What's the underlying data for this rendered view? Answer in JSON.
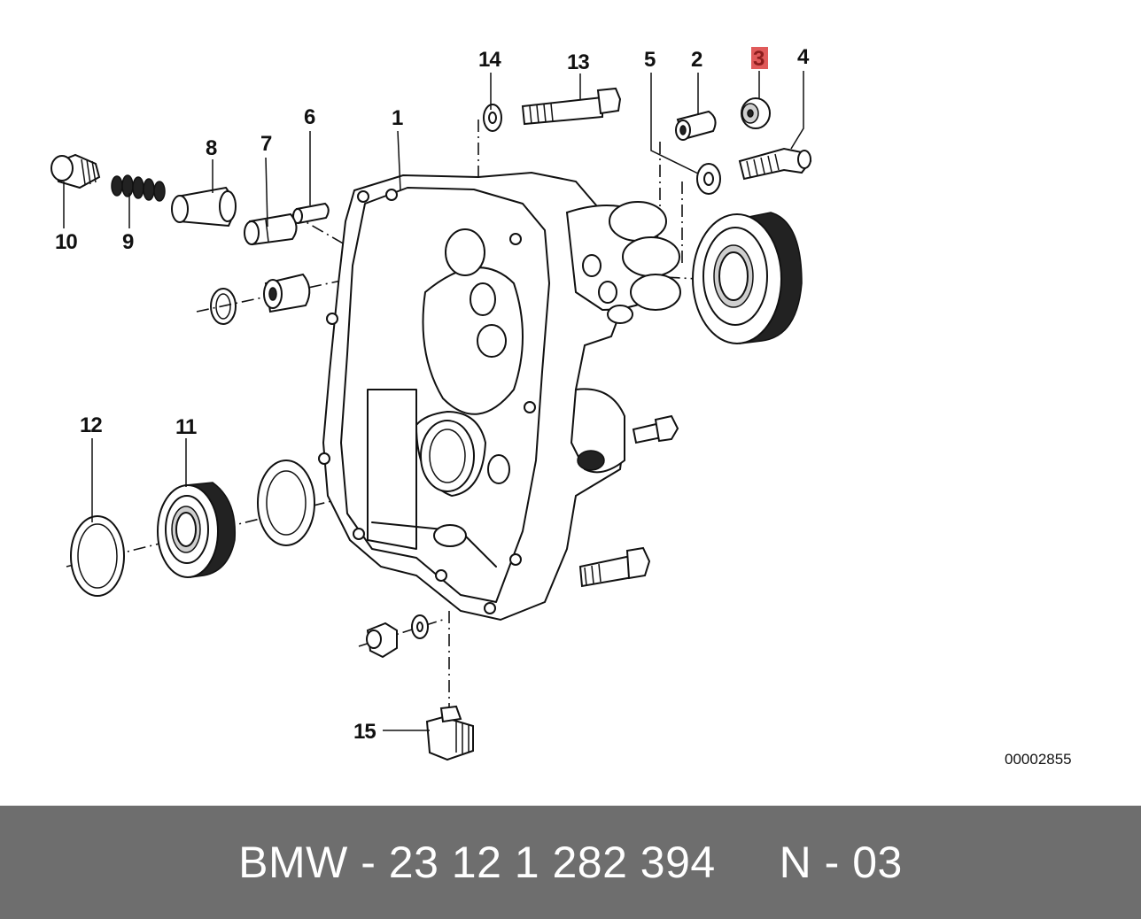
{
  "callouts": [
    {
      "id": "1",
      "label": "1",
      "highlighted": false
    },
    {
      "id": "2",
      "label": "2",
      "highlighted": false
    },
    {
      "id": "3",
      "label": "3",
      "highlighted": true
    },
    {
      "id": "4",
      "label": "4",
      "highlighted": false
    },
    {
      "id": "5",
      "label": "5",
      "highlighted": false
    },
    {
      "id": "6",
      "label": "6",
      "highlighted": false
    },
    {
      "id": "7",
      "label": "7",
      "highlighted": false
    },
    {
      "id": "8",
      "label": "8",
      "highlighted": false
    },
    {
      "id": "9",
      "label": "9",
      "highlighted": false
    },
    {
      "id": "10",
      "label": "10",
      "highlighted": false
    },
    {
      "id": "11",
      "label": "11",
      "highlighted": false
    },
    {
      "id": "12",
      "label": "12",
      "highlighted": false
    },
    {
      "id": "13",
      "label": "13",
      "highlighted": false
    },
    {
      "id": "14",
      "label": "14",
      "highlighted": false
    },
    {
      "id": "15",
      "label": "15",
      "highlighted": false
    }
  ],
  "reference_code": "00002855",
  "footer": {
    "text": "BMW - 23 12 1 282 394     N - 03"
  },
  "colors": {
    "highlight": "#e05a5a",
    "footer_bg": "#6e6e6e",
    "footer_text": "#ffffff"
  }
}
